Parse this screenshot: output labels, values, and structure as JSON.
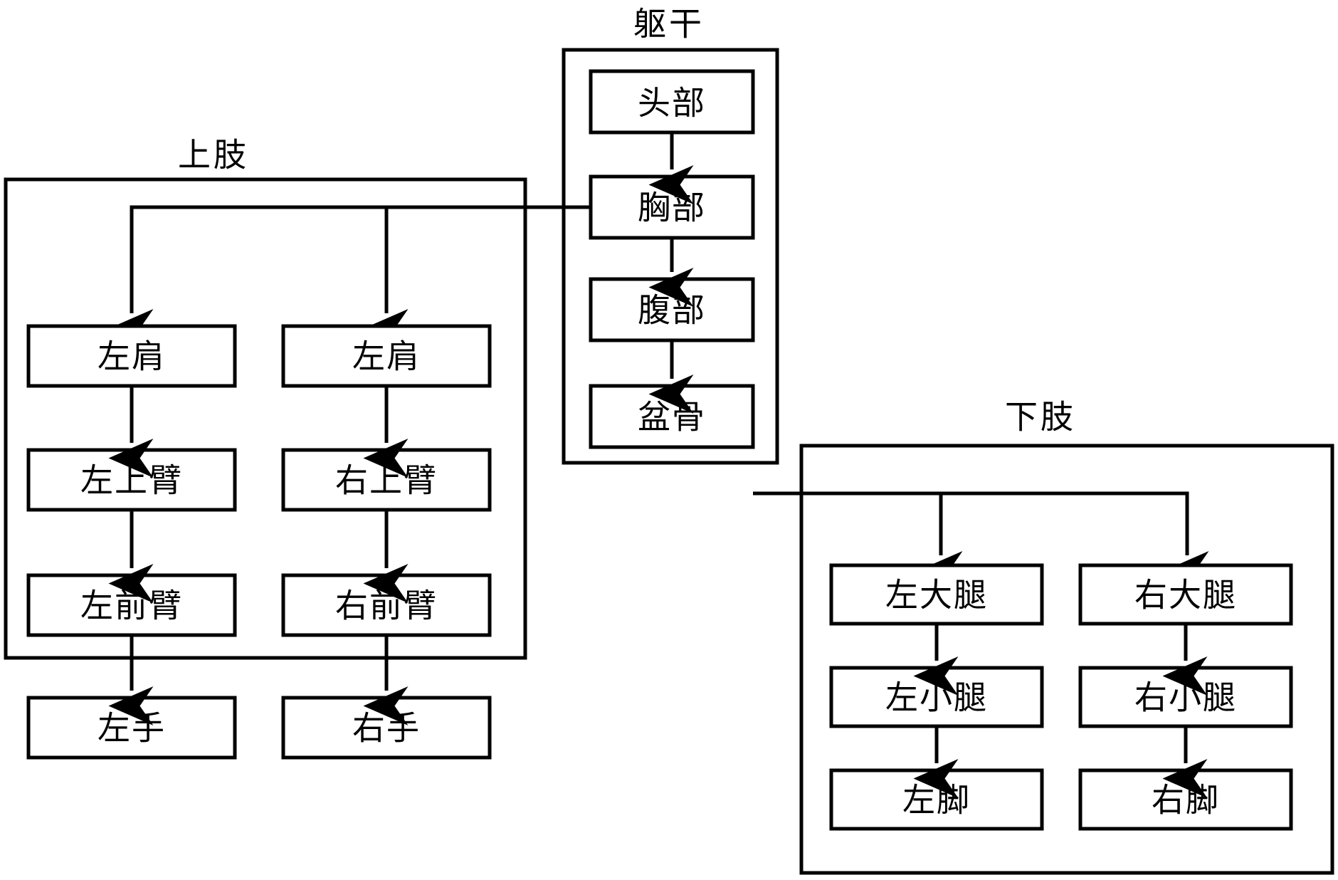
{
  "diagram": {
    "title_visible": false,
    "style": {
      "background": "#ffffff",
      "line_color": "#000000",
      "text_color": "#000000",
      "box_fill": "#ffffff"
    },
    "groups": [
      {
        "id": "upper_limb",
        "label": "上肢"
      },
      {
        "id": "torso",
        "label": "躯干"
      },
      {
        "id": "lower_limb",
        "label": "下肢"
      }
    ],
    "nodes": {
      "torso": [
        {
          "id": "head",
          "label": "头部"
        },
        {
          "id": "chest",
          "label": "胸部"
        },
        {
          "id": "abdomen",
          "label": "腹部"
        },
        {
          "id": "pelvis",
          "label": "盆骨"
        }
      ],
      "upper_limb_left": [
        {
          "id": "l_shoulder",
          "label": "左肩"
        },
        {
          "id": "l_upperarm",
          "label": "左上臂"
        },
        {
          "id": "l_forearm",
          "label": "左前臂"
        },
        {
          "id": "l_hand",
          "label": "左手"
        }
      ],
      "upper_limb_right": [
        {
          "id": "r_shoulder",
          "label": "左肩"
        },
        {
          "id": "r_upperarm",
          "label": "右上臂"
        },
        {
          "id": "r_forearm",
          "label": "右前臂"
        },
        {
          "id": "r_hand",
          "label": "右手"
        }
      ],
      "lower_limb_left": [
        {
          "id": "l_thigh",
          "label": "左大腿"
        },
        {
          "id": "l_shank",
          "label": "左小腿"
        },
        {
          "id": "l_foot",
          "label": "左脚"
        }
      ],
      "lower_limb_right": [
        {
          "id": "r_thigh",
          "label": "右大腿"
        },
        {
          "id": "r_shank",
          "label": "右小腿"
        },
        {
          "id": "r_foot",
          "label": "右脚"
        }
      ]
    },
    "edges": [
      {
        "from": "head",
        "to": "chest"
      },
      {
        "from": "chest",
        "to": "abdomen"
      },
      {
        "from": "abdomen",
        "to": "pelvis"
      },
      {
        "from": "chest",
        "to": "l_shoulder"
      },
      {
        "from": "chest",
        "to": "r_shoulder"
      },
      {
        "from": "l_shoulder",
        "to": "l_upperarm"
      },
      {
        "from": "l_upperarm",
        "to": "l_forearm"
      },
      {
        "from": "l_forearm",
        "to": "l_hand"
      },
      {
        "from": "r_shoulder",
        "to": "r_upperarm"
      },
      {
        "from": "r_upperarm",
        "to": "r_forearm"
      },
      {
        "from": "r_forearm",
        "to": "r_hand"
      },
      {
        "from": "pelvis",
        "to": "l_thigh"
      },
      {
        "from": "pelvis",
        "to": "r_thigh"
      },
      {
        "from": "l_thigh",
        "to": "l_shank"
      },
      {
        "from": "l_shank",
        "to": "l_foot"
      },
      {
        "from": "r_thigh",
        "to": "r_shank"
      },
      {
        "from": "r_shank",
        "to": "r_foot"
      }
    ]
  }
}
